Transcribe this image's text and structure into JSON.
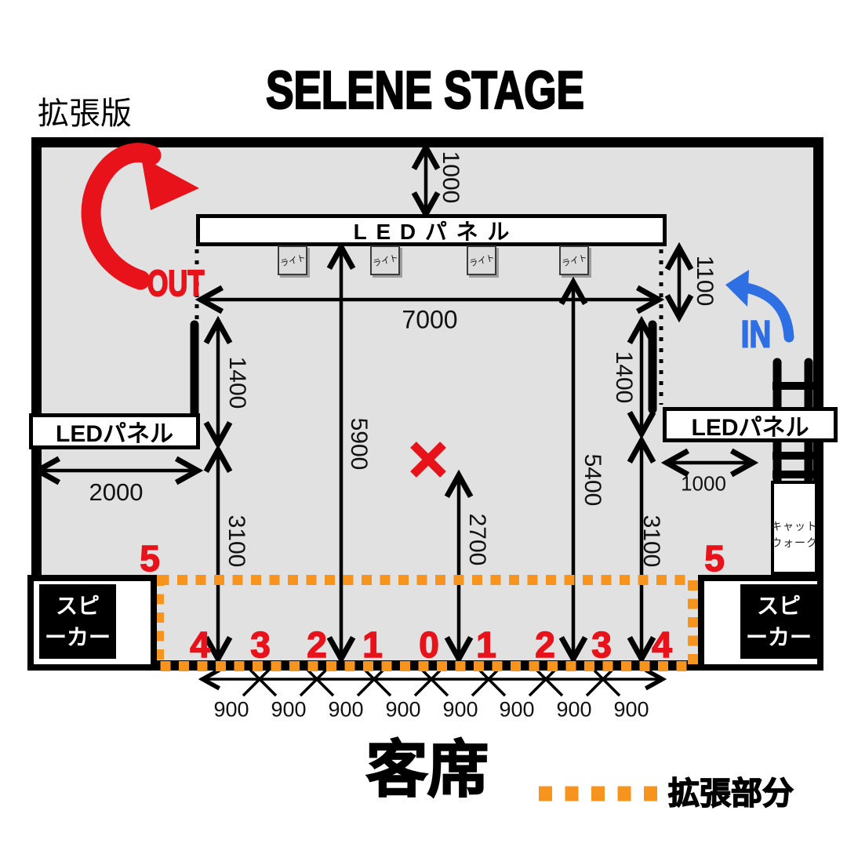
{
  "meta": {
    "edition": "拡張版",
    "title": "SELENE STAGE"
  },
  "stage": {
    "led_panel_top": {
      "label": "LEDパネル"
    },
    "led_panel_left": {
      "label": "LEDパネル"
    },
    "led_panel_right": {
      "label": "LEDパネル"
    },
    "lights": [
      "ライト",
      "ライト",
      "ライト",
      "ライト"
    ],
    "speaker_left": {
      "line1": "スピ",
      "line2": "ーカー"
    },
    "speaker_right": {
      "line1": "スピ",
      "line2": "ーカー"
    },
    "catwalk": {
      "line1": "キャット",
      "line2": "ウォーク"
    },
    "flow": {
      "out": "OUT",
      "in": "IN"
    }
  },
  "dimensions": {
    "top_clearance": "1000",
    "panel_width": "7000",
    "right_offset": "1100",
    "wing_left": "1400",
    "wing_right": "1400",
    "depth_center": "5900",
    "depth_right": "5400",
    "center_front": "2700",
    "ext_depth_left": "3100",
    "ext_depth_right": "3100",
    "led_left_width": "2000",
    "led_right_width": "1000"
  },
  "grid": {
    "corner_left": "5",
    "corner_right": "5",
    "position_numbers": [
      "4",
      "3",
      "2",
      "1",
      "0",
      "1",
      "2",
      "3",
      "4"
    ],
    "unit_labels": [
      "900",
      "900",
      "900",
      "900",
      "900",
      "900",
      "900",
      "900"
    ]
  },
  "audience": {
    "label": "客席"
  },
  "legend": {
    "label": "拡張部分"
  },
  "colors": {
    "accent_red": "#E8121A",
    "accent_blue": "#2F6FE4",
    "expansion_orange": "#F7941E",
    "stage_gray": "#E1E1E1"
  }
}
